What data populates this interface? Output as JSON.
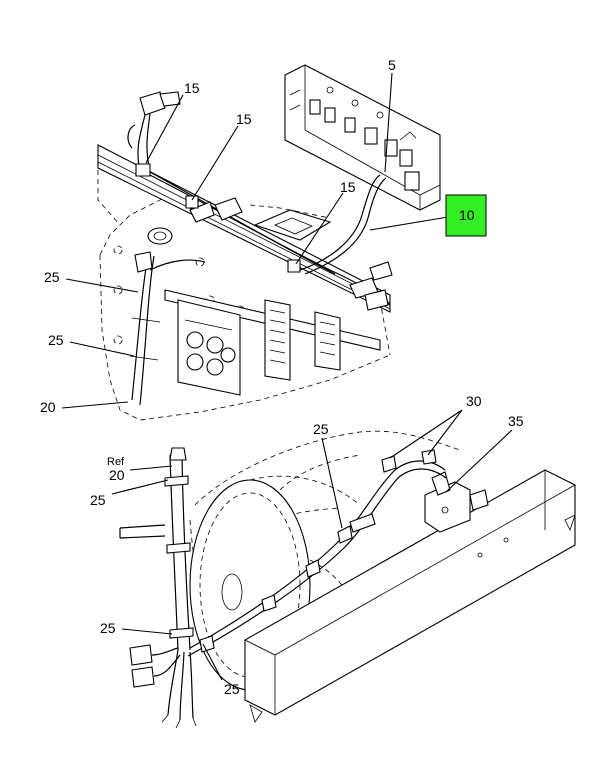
{
  "callouts": {
    "c15a": "15",
    "c15b": "15",
    "c15c": "15",
    "c5": "5",
    "c10": "10",
    "c25a": "25",
    "c25b": "25",
    "c20a": "20",
    "c30": "30",
    "c35": "35",
    "c25c": "25",
    "ref": "Ref",
    "c20b": "20",
    "c25d": "25",
    "c25e": "25",
    "c25f": "25"
  },
  "colors": {
    "highlight": "#33ee22",
    "line": "#000000",
    "background": "#ffffff"
  }
}
